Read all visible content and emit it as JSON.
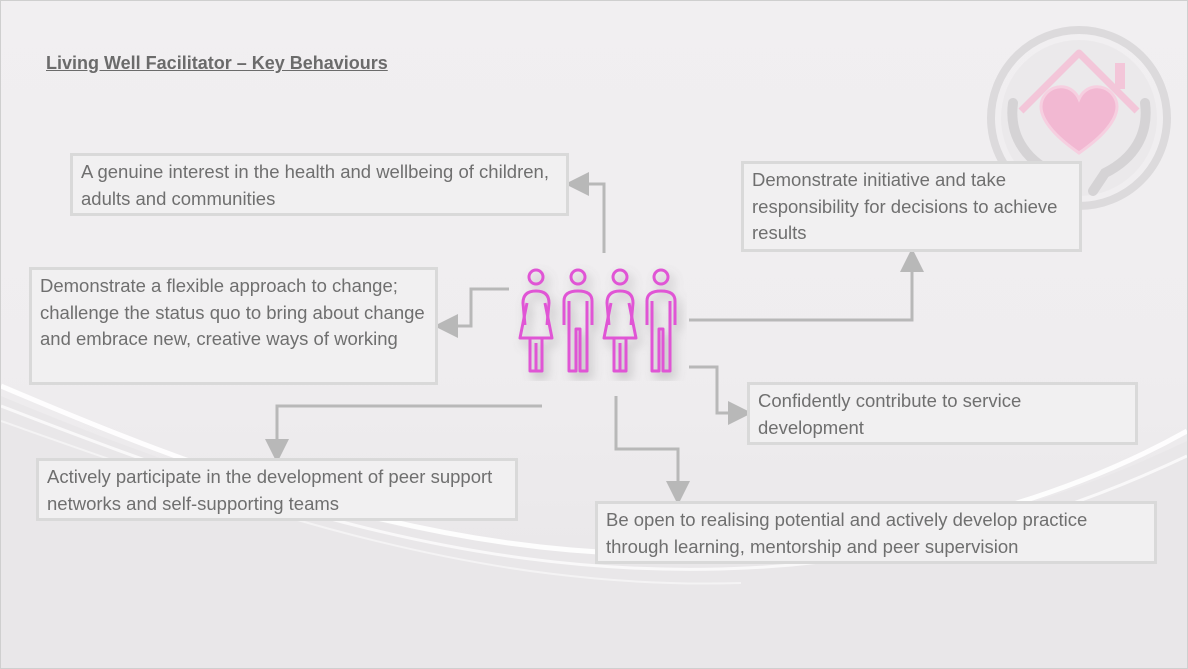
{
  "slide": {
    "title": "Living Well Facilitator – Key Behaviours",
    "colors": {
      "background": "#efedef",
      "box_border": "#d9d9d9",
      "box_text": "#6f6f6f",
      "connector": "#b8b8b8",
      "people_icon": "#e055d5",
      "logo_heart": "#f2b8d2"
    },
    "central_icon": "people-group-icon",
    "logo_icon": "heart-home-hands-icon",
    "behaviours": {
      "interest": "A genuine interest in the health and wellbeing of children, adults and communities",
      "initiative": "Demonstrate initiative and take responsibility for decisions to achieve results",
      "flexible": "Demonstrate a flexible approach to change; challenge the status quo to bring about change and embrace new, creative ways of working",
      "service": "Confidently contribute to service development",
      "peer": "Actively participate in the development of peer support networks and self-supporting teams",
      "learning": "Be open to realising potential and actively develop practice through learning, mentorship and peer supervision"
    }
  }
}
